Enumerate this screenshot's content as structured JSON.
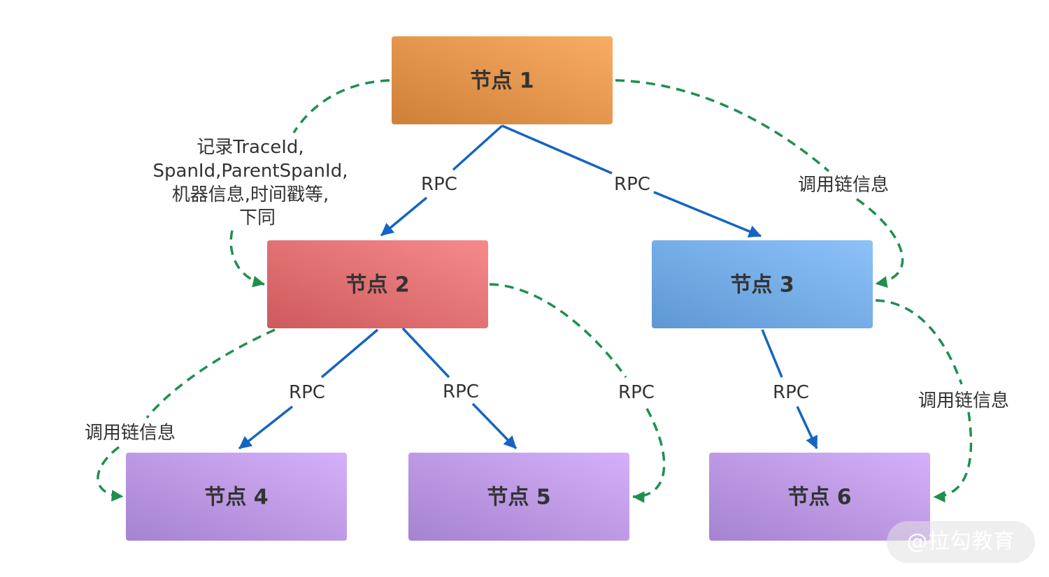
{
  "colors": {
    "rpc_arrow": "#1565C0",
    "callchain_arrow": "#1E8F4E",
    "node_text": "#333333",
    "node1_gradient": [
      "#CF8038",
      "#F9AC64"
    ],
    "node2_gradient": [
      "#CD5A5E",
      "#F68A8A"
    ],
    "node3_gradient": [
      "#5E98D4",
      "#8CC2F8"
    ],
    "leaf_gradient": [
      "#A683CF",
      "#D5B0FA"
    ]
  },
  "nodes": {
    "n1": {
      "label": "节点 1"
    },
    "n2": {
      "label": "节点 2"
    },
    "n3": {
      "label": "节点 3"
    },
    "n4": {
      "label": "节点 4"
    },
    "n5": {
      "label": "节点 5"
    },
    "n6": {
      "label": "节点 6"
    }
  },
  "edges": {
    "e12": "RPC",
    "e13": "RPC",
    "e24": "RPC",
    "e25": "RPC",
    "e25_return": "RPC",
    "e36": "RPC"
  },
  "notes": {
    "record": {
      "line1": "记录TraceId,",
      "line2": "SpanId,ParentSpanId,",
      "line3": "机器信息,时间戳等,",
      "line4": "下同"
    },
    "chain_n1_n3": "调用链信息",
    "chain_n2_n4": "调用链信息",
    "chain_n3_n6": "调用链信息"
  },
  "watermark": "@拉勾教育"
}
